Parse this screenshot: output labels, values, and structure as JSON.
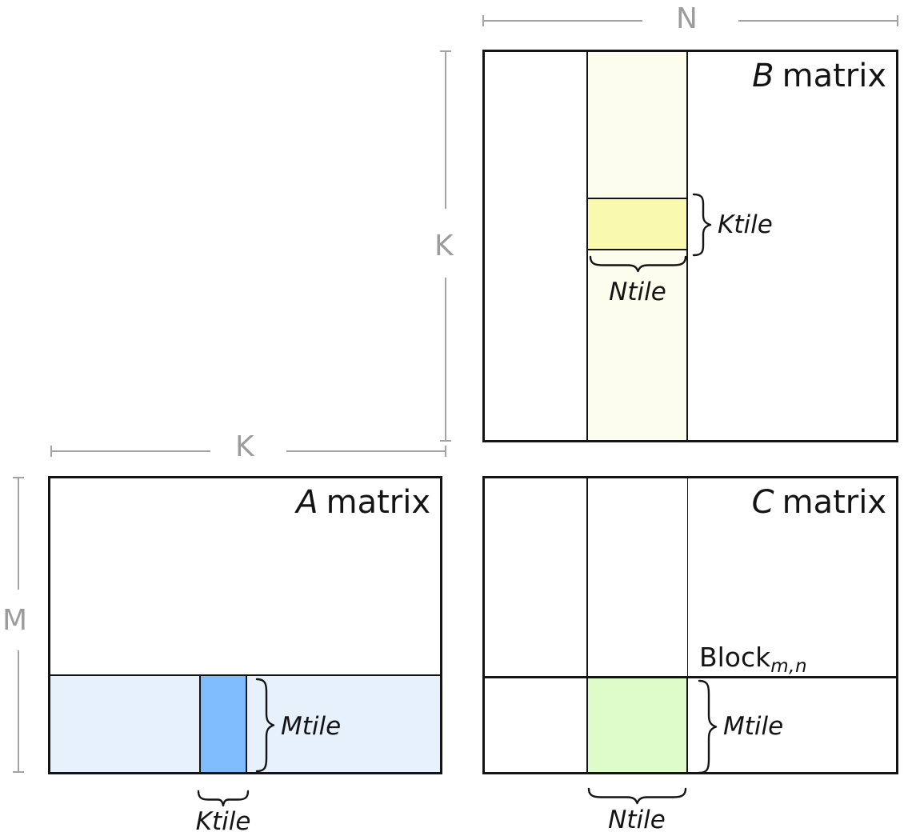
{
  "diagram": {
    "b": {
      "title_letter": "B",
      "title_word": "matrix",
      "dim_width": "N",
      "dim_height": "K",
      "ktile_label": "Ktile",
      "ntile_label": "Ntile"
    },
    "a": {
      "title_letter": "A",
      "title_word": "matrix",
      "dim_width": "K",
      "dim_height": "M",
      "mtile_label": "Mtile",
      "ktile_label": "Ktile"
    },
    "c": {
      "title_letter": "C",
      "title_word": "matrix",
      "block_label": "Block",
      "block_subscript": "m,n",
      "mtile_label": "Mtile",
      "ntile_label": "Ntile"
    },
    "colors": {
      "b_strip_fill": "#fdfdee",
      "b_tile_fill": "#fafaae",
      "a_strip_fill": "#e7f1fc",
      "a_tile_fill": "#7fbcfb",
      "c_tile_fill": "#defcc9",
      "line_black": "#141414",
      "dimension_gray": "#9c9c9c"
    }
  }
}
